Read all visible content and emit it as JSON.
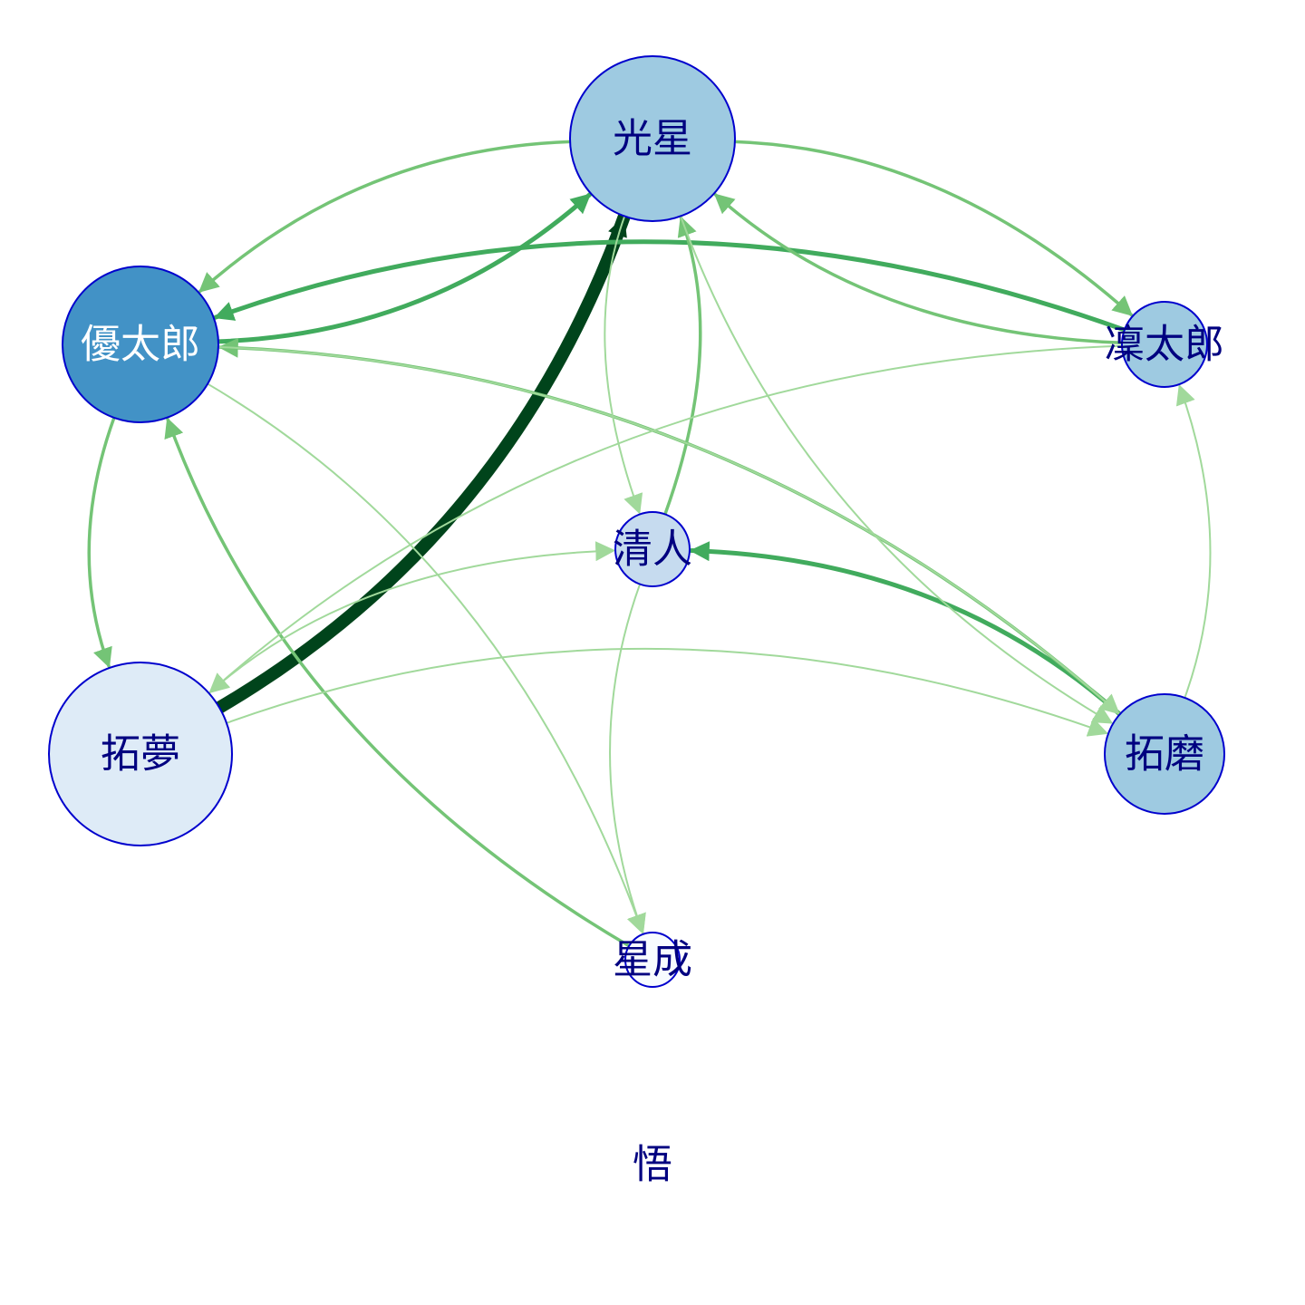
{
  "graph": {
    "nodes": [
      {
        "id": "hikaru",
        "label": "光星",
        "fill": "#9ecae1",
        "text_color": "#000080"
      },
      {
        "id": "yutaro",
        "label": "優太郎",
        "fill": "#4292c6",
        "text_color": "#ffffff"
      },
      {
        "id": "rintaro",
        "label": "凜太郎",
        "fill": "#9ecae1",
        "text_color": "#000080"
      },
      {
        "id": "kiyoto",
        "label": "清人",
        "fill": "#c6dbef",
        "text_color": "#000080"
      },
      {
        "id": "takumu",
        "label": "拓夢",
        "fill": "#deebf7",
        "text_color": "#000080"
      },
      {
        "id": "takuma",
        "label": "拓磨",
        "fill": "#9ecae1",
        "text_color": "#000080"
      },
      {
        "id": "seina",
        "label": "星成",
        "fill": "#f7fbff",
        "text_color": "#000080"
      },
      {
        "id": "satoru",
        "label": "悟",
        "fill": "none",
        "text_color": "#000080"
      }
    ],
    "edges": [
      {
        "from": "takumu",
        "to": "hikaru",
        "weight": 5,
        "color": "#00441b"
      },
      {
        "from": "rintaro",
        "to": "yutaro",
        "weight": 3,
        "color": "#41ab5d"
      },
      {
        "from": "takuma",
        "to": "kiyoto",
        "weight": 3,
        "color": "#41ab5d"
      },
      {
        "from": "yutaro",
        "to": "hikaru",
        "weight": 3,
        "color": "#41ab5d"
      },
      {
        "from": "takuma",
        "to": "yutaro",
        "weight": 2,
        "color": "#74c476"
      },
      {
        "from": "seina",
        "to": "yutaro",
        "weight": 2,
        "color": "#74c476"
      },
      {
        "from": "kiyoto",
        "to": "hikaru",
        "weight": 2,
        "color": "#74c476"
      },
      {
        "from": "rintaro",
        "to": "hikaru",
        "weight": 2,
        "color": "#74c476"
      },
      {
        "from": "hikaru",
        "to": "yutaro",
        "weight": 2,
        "color": "#74c476"
      },
      {
        "from": "yutaro",
        "to": "takumu",
        "weight": 2,
        "color": "#74c476"
      },
      {
        "from": "hikaru",
        "to": "rintaro",
        "weight": 2,
        "color": "#74c476"
      },
      {
        "from": "hikaru",
        "to": "kiyoto",
        "weight": 1,
        "color": "#a1d99b"
      },
      {
        "from": "hikaru",
        "to": "takuma",
        "weight": 1,
        "color": "#a1d99b"
      },
      {
        "from": "yutaro",
        "to": "takuma",
        "weight": 1,
        "color": "#a1d99b"
      },
      {
        "from": "rintaro",
        "to": "takumu",
        "weight": 1,
        "color": "#a1d99b"
      },
      {
        "from": "takumu",
        "to": "kiyoto",
        "weight": 1,
        "color": "#a1d99b"
      },
      {
        "from": "takumu",
        "to": "takuma",
        "weight": 1,
        "color": "#a1d99b"
      },
      {
        "from": "takuma",
        "to": "rintaro",
        "weight": 1,
        "color": "#a1d99b"
      },
      {
        "from": "kiyoto",
        "to": "seina",
        "weight": 1,
        "color": "#a1d99b"
      },
      {
        "from": "yutaro",
        "to": "seina",
        "weight": 1,
        "color": "#a1d99b"
      }
    ]
  },
  "colors": {
    "node_border": "#0000cd",
    "background": "#ffffff"
  }
}
